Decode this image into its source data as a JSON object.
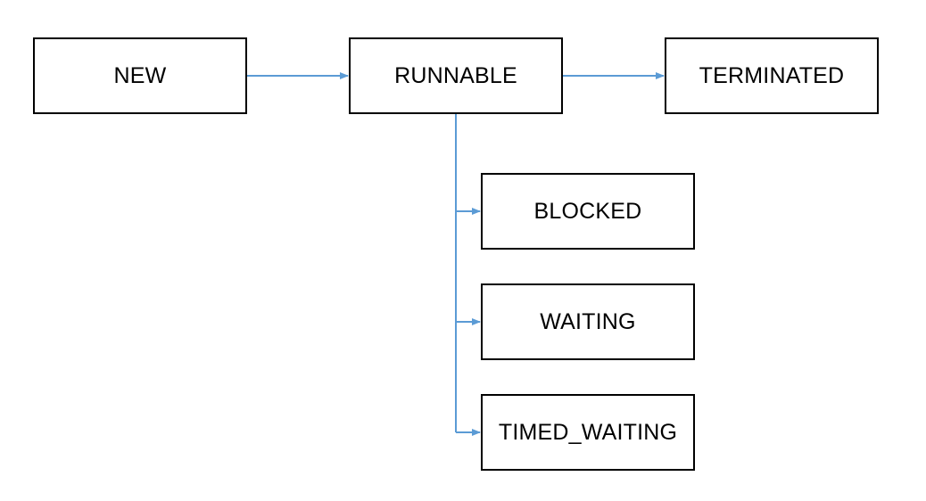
{
  "diagram": {
    "colors": {
      "box_border": "#000000",
      "box_fill": "#ffffff",
      "arrow": "#5b9bd5",
      "text": "#000000"
    },
    "states": {
      "new": "NEW",
      "runnable": "RUNNABLE",
      "terminated": "TERMINATED",
      "blocked": "BLOCKED",
      "waiting": "WAITING",
      "timed_waiting": "TIMED_WAITING"
    },
    "edges": [
      {
        "from": "NEW",
        "to": "RUNNABLE"
      },
      {
        "from": "RUNNABLE",
        "to": "TERMINATED"
      },
      {
        "from": "RUNNABLE",
        "to": "BLOCKED"
      },
      {
        "from": "RUNNABLE",
        "to": "WAITING"
      },
      {
        "from": "RUNNABLE",
        "to": "TIMED_WAITING"
      }
    ]
  }
}
